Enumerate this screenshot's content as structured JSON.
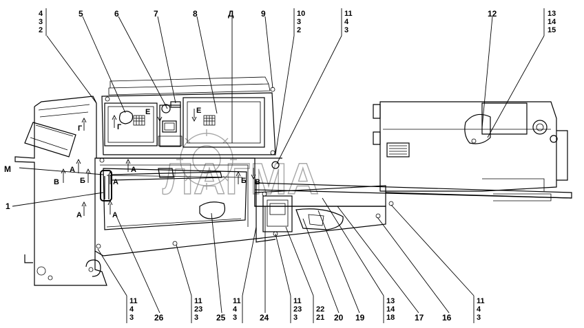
{
  "watermark": "ЛАГМА",
  "callouts": {
    "c5": "5",
    "c6": "6",
    "c7": "7",
    "c8": "8",
    "cD": "Д",
    "c9": "9",
    "c12": "12",
    "cM": "М",
    "c1": "1",
    "c26": "26",
    "c25": "25",
    "c24": "24",
    "c20": "20",
    "c19": "19",
    "c17": "17",
    "c16": "16"
  },
  "stacks": {
    "top_4_3_2": [
      "4",
      "3",
      "2"
    ],
    "top_10_3_2": [
      "10",
      "3",
      "2"
    ],
    "top_11_4_3": [
      "11",
      "4",
      "3"
    ],
    "top_13_14_15": [
      "13",
      "14",
      "15"
    ],
    "bot_11_4_3_a": [
      "11",
      "4",
      "3"
    ],
    "bot_11_23_3_a": [
      "11",
      "23",
      "3"
    ],
    "bot_11_4_3_b": [
      "11",
      "4",
      "3"
    ],
    "bot_11_23_3_b": [
      "11",
      "23",
      "3"
    ],
    "bot_22_21": [
      "22",
      "21"
    ],
    "bot_13_14_18": [
      "13",
      "14",
      "18"
    ],
    "bot_11_4_3_c": [
      "11",
      "4",
      "3"
    ]
  },
  "view_labels": {
    "g1": "Г",
    "g2": "Г",
    "e1": "Е",
    "e2": "Е",
    "a1": "А",
    "a2": "А",
    "a3": "А",
    "a4": "А",
    "a5": "А",
    "b1": "Б",
    "b2": "Б",
    "v1": "В",
    "v2": "В"
  }
}
